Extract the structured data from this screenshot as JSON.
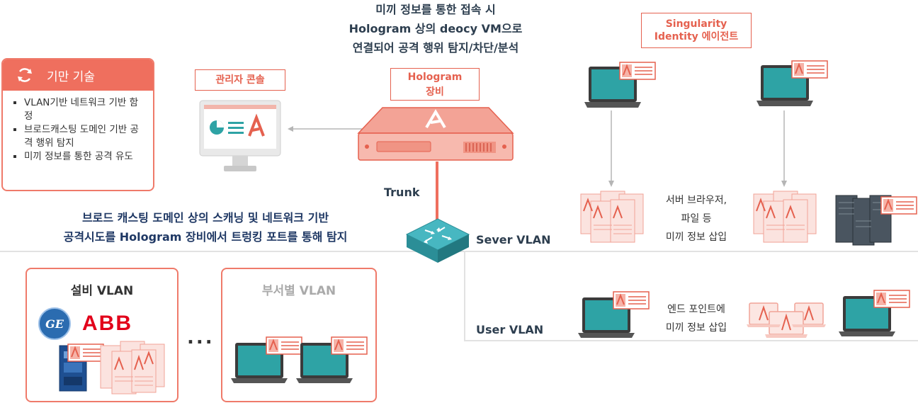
{
  "top_caption": [
    "미끼 정보를 통한 접속 시",
    "Hologram 상의 deocy VM으로",
    "연결되어 공격 행위 탐지/차단/분석"
  ],
  "deception": {
    "title": "기만 기술",
    "items": [
      "VLAN기반 네트워크 기반 함정",
      "브로드캐스팅 도메인 기반 공격 행위 탐지",
      "미끼 정보를 통한 공격 유도"
    ]
  },
  "console_label": "관리자 콘솔",
  "hologram_label": [
    "Hologram",
    "장비"
  ],
  "agent_label": [
    "Singularity",
    "Identity 에이전트"
  ],
  "trunk_label": "Trunk",
  "scan_caption": [
    "브로드 캐스팅 도메인 상의 스캐닝 및 네트워크 기반",
    "공격시도를 Hologram 장비에서 트렁킹 포트를 통해 탐지"
  ],
  "server_vlan_label": "Sever VLAN",
  "user_vlan_label": "User VLAN",
  "server_bait_caption": [
    "서버 브라우저,",
    "파일 등",
    "미끼 정보 삽입"
  ],
  "endpoint_bait_caption": [
    "엔드 포인트에",
    "미끼 정보 삽입"
  ],
  "facility_vlan_label": "설비 VLAN",
  "dept_vlan_label": "부서별 VLAN",
  "ellipsis": "...",
  "logos": {
    "ge": "GE",
    "abb": "ABB"
  },
  "colors": {
    "accent": "#e5614f",
    "teal": "#2ea3a5",
    "navy": "#1f3864",
    "grid": "#d8d8d8"
  }
}
